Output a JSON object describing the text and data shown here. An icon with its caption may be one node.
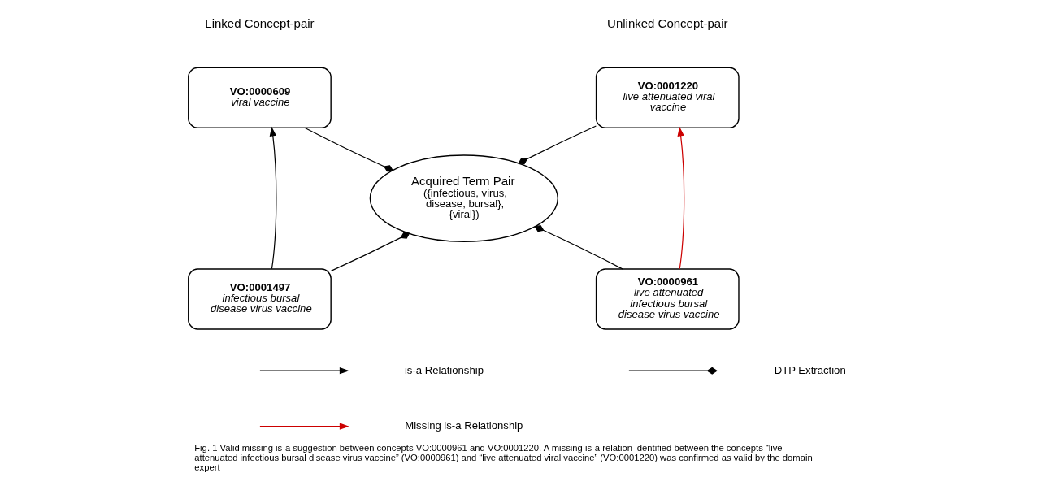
{
  "diagram": {
    "caption": "Fig. 1 Valid missing is-a suggestion between concepts VO:0000961 and VO:0001220. A missing is-a relation identified between the concepts “live attenuated infectious bursal disease virus vaccine” (VO:0000961) and “live attenuated viral vaccine” (VO:0001220) was confirmed as valid by the domain expert",
    "nodes": [
      {
        "text": [
          "VO:0000609",
          "viral vaccine"
        ]
      },
      {
        "text": [
          "VO:0001497",
          "infectious bursal disease virus vaccine"
        ]
      },
      {
        "text": [
          "Acquired Term Pair",
          "({infectious, virus, disease, bursal}, {viral})"
        ]
      },
      {
        "text": [
          "VO:0001220",
          "live attenuated viral vaccine"
        ]
      },
      {
        "text": [
          "VO:0000961",
          "live attenuated infectious bursal disease virus vaccine"
        ]
      }
    ],
    "edges": [
      {
        "from": 1,
        "to": 0,
        "arrow": "to"
      },
      {
        "from": 0,
        "to": 2,
        "arrow": "other"
      },
      {
        "from": 1,
        "to": 2,
        "arrow": "other"
      },
      {
        "from": 3,
        "to": 2,
        "arrow": "other"
      },
      {
        "from": 4,
        "to": 2,
        "arrow": "other"
      },
      {
        "from": 4,
        "to": 3,
        "arrow": "to",
        "color": "#cc0000"
      }
    ],
    "labels": [
      "Linked Concept-pair",
      "Unlinked Concept-pair"
    ],
    "legend": [
      {
        "text": "is-a Relationship"
      },
      {
        "text": "DTP Extraction"
      },
      {
        "text": "Missing is-a Relationship"
      }
    ]
  }
}
